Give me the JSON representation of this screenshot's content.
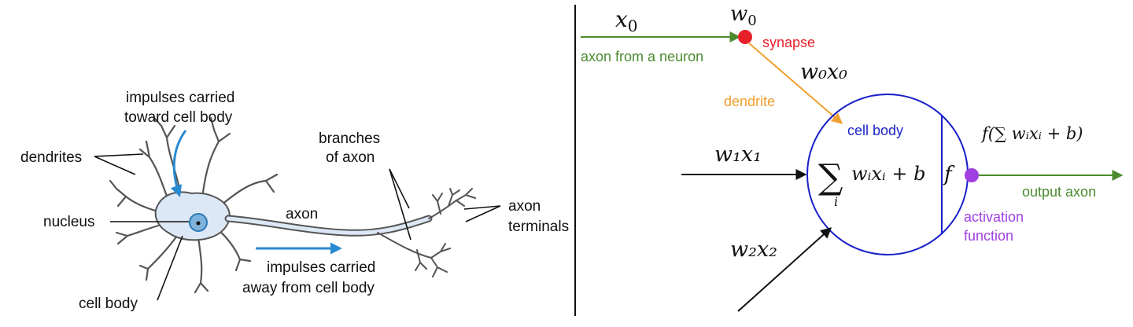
{
  "colors": {
    "axon_in": "#4b8a2e",
    "synapse": "#e8202a",
    "dendrite_arrow": "#f0a030",
    "cell_body": "#1a22c8",
    "activation": "#a040e0",
    "output_axon": "#4b8a2e",
    "impulse_arrow": "#2a8ad0",
    "neuron_fill": "#dde8f6",
    "neuron_outline": "#555555",
    "nucleus": "#2a7ab8"
  },
  "biological": {
    "label_impulses_toward_1": "impulses carried",
    "label_impulses_toward_2": "toward cell body",
    "label_dendrites": "dendrites",
    "label_nucleus": "nucleus",
    "label_axon": "axon",
    "label_branches_1": "branches",
    "label_branches_2": "of axon",
    "label_axon_terminals_1": "axon",
    "label_axon_terminals_2": "terminals",
    "label_impulses_away_1": "impulses carried",
    "label_impulses_away_2": "away from cell body",
    "label_cell_body": "cell body"
  },
  "model": {
    "x0_base": "x",
    "x0_sub": "0",
    "w0_base": "w",
    "w0_sub": "0",
    "synapse": "synapse",
    "axon_from_neuron": "axon from a neuron",
    "w0x0": "w₀x₀",
    "dendrite": "dendrite",
    "cell_body": "cell body",
    "w1x1": "w₁x₁",
    "w2x2": "w₂x₂",
    "sum_symbol": "∑",
    "sum_index": "i",
    "sum_expr": "wᵢxᵢ + b",
    "f_symbol": "f",
    "output_formula": "f(∑ wᵢxᵢ + b)",
    "output_axon": "output axon",
    "activation_1": "activation",
    "activation_2": "function"
  }
}
